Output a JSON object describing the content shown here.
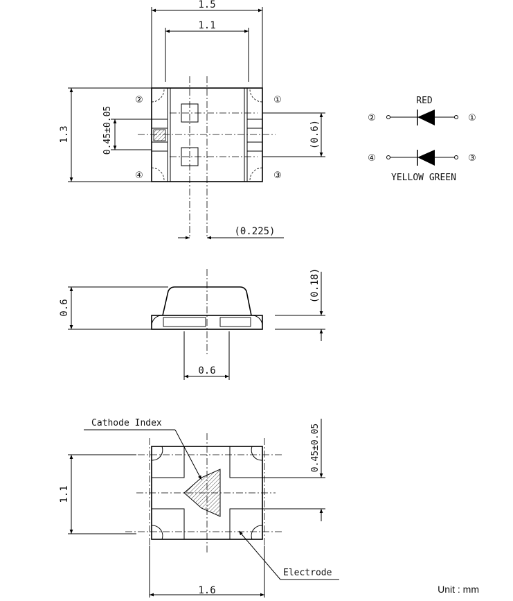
{
  "top_view": {
    "dim_overall_width": "1.5",
    "dim_inner_width": "1.1",
    "dim_height": "1.3",
    "dim_pitch": "0.45±0.05",
    "dim_pad_gap": "(0.6)",
    "dim_offset": "(0.225)",
    "pin_labels": [
      "①",
      "②",
      "③",
      "④"
    ]
  },
  "circuit": {
    "red_label": "RED",
    "yellow_green_label": "YELLOW GREEN",
    "pin_labels": [
      "①",
      "②",
      "③",
      "④"
    ]
  },
  "side_view": {
    "dim_height": "0.6",
    "dim_lens_step": "(0.18)",
    "dim_width": "0.6"
  },
  "bottom_view": {
    "cathode_index_label": "Cathode Index",
    "electrode_label": "Electrode",
    "dim_height": "1.1",
    "dim_width": "1.6",
    "dim_pitch": "0.45±0.05"
  },
  "unit_label": "Unit : mm"
}
